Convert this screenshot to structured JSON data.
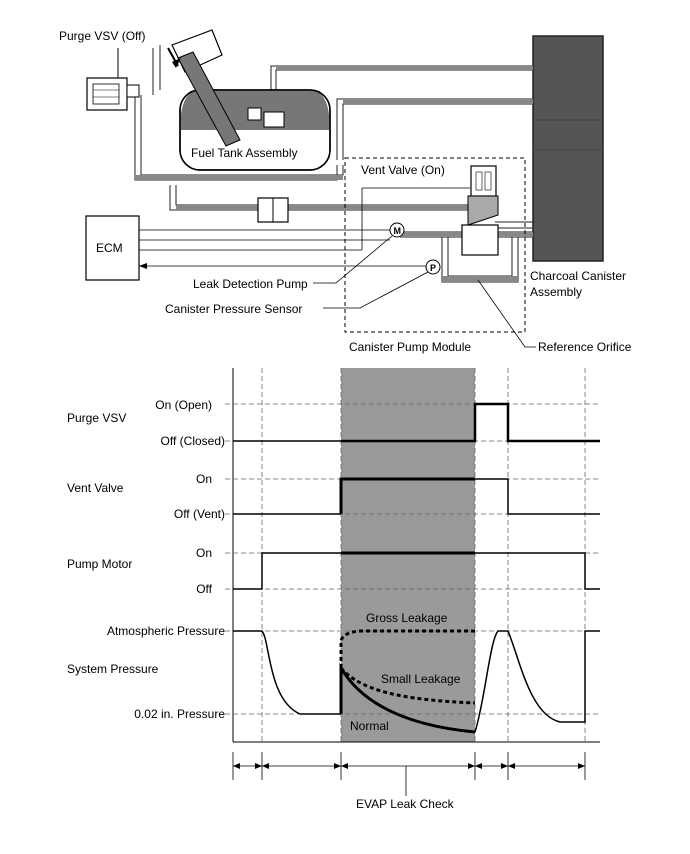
{
  "schematic": {
    "purge_vsv_label": "Purge VSV (Off)",
    "fuel_tank_label": "Fuel Tank Assembly",
    "vent_valve_label": "Vent Valve (On)",
    "ecm_label": "ECM",
    "leak_pump_label": "Leak Detection Pump",
    "pressure_sensor_label": "Canister Pressure Sensor",
    "charcoal_canister_label_1": "Charcoal Canister",
    "charcoal_canister_label_2": "Assembly",
    "pump_module_label": "Canister Pump Module",
    "reference_orifice_label": "Reference Orifice",
    "motor_symbol": "M",
    "sensor_symbol": "P"
  },
  "timing": {
    "purge_vsv": {
      "label": "Purge VSV",
      "high": "On (Open)",
      "low": "Off (Closed)"
    },
    "vent_valve": {
      "label": "Vent Valve",
      "high": "On",
      "low": "Off (Vent)"
    },
    "pump_motor": {
      "label": "Pump Motor",
      "high": "On",
      "low": "Off"
    },
    "pressure": {
      "label": "System Pressure",
      "atmospheric": "Atmospheric Pressure",
      "low_level": "0.02 in. Pressure",
      "gross": "Gross Leakage",
      "small": "Small Leakage",
      "normal": "Normal"
    },
    "evap_check_label": "EVAP Leak Check",
    "highlight_color": "#9a9a9a"
  }
}
